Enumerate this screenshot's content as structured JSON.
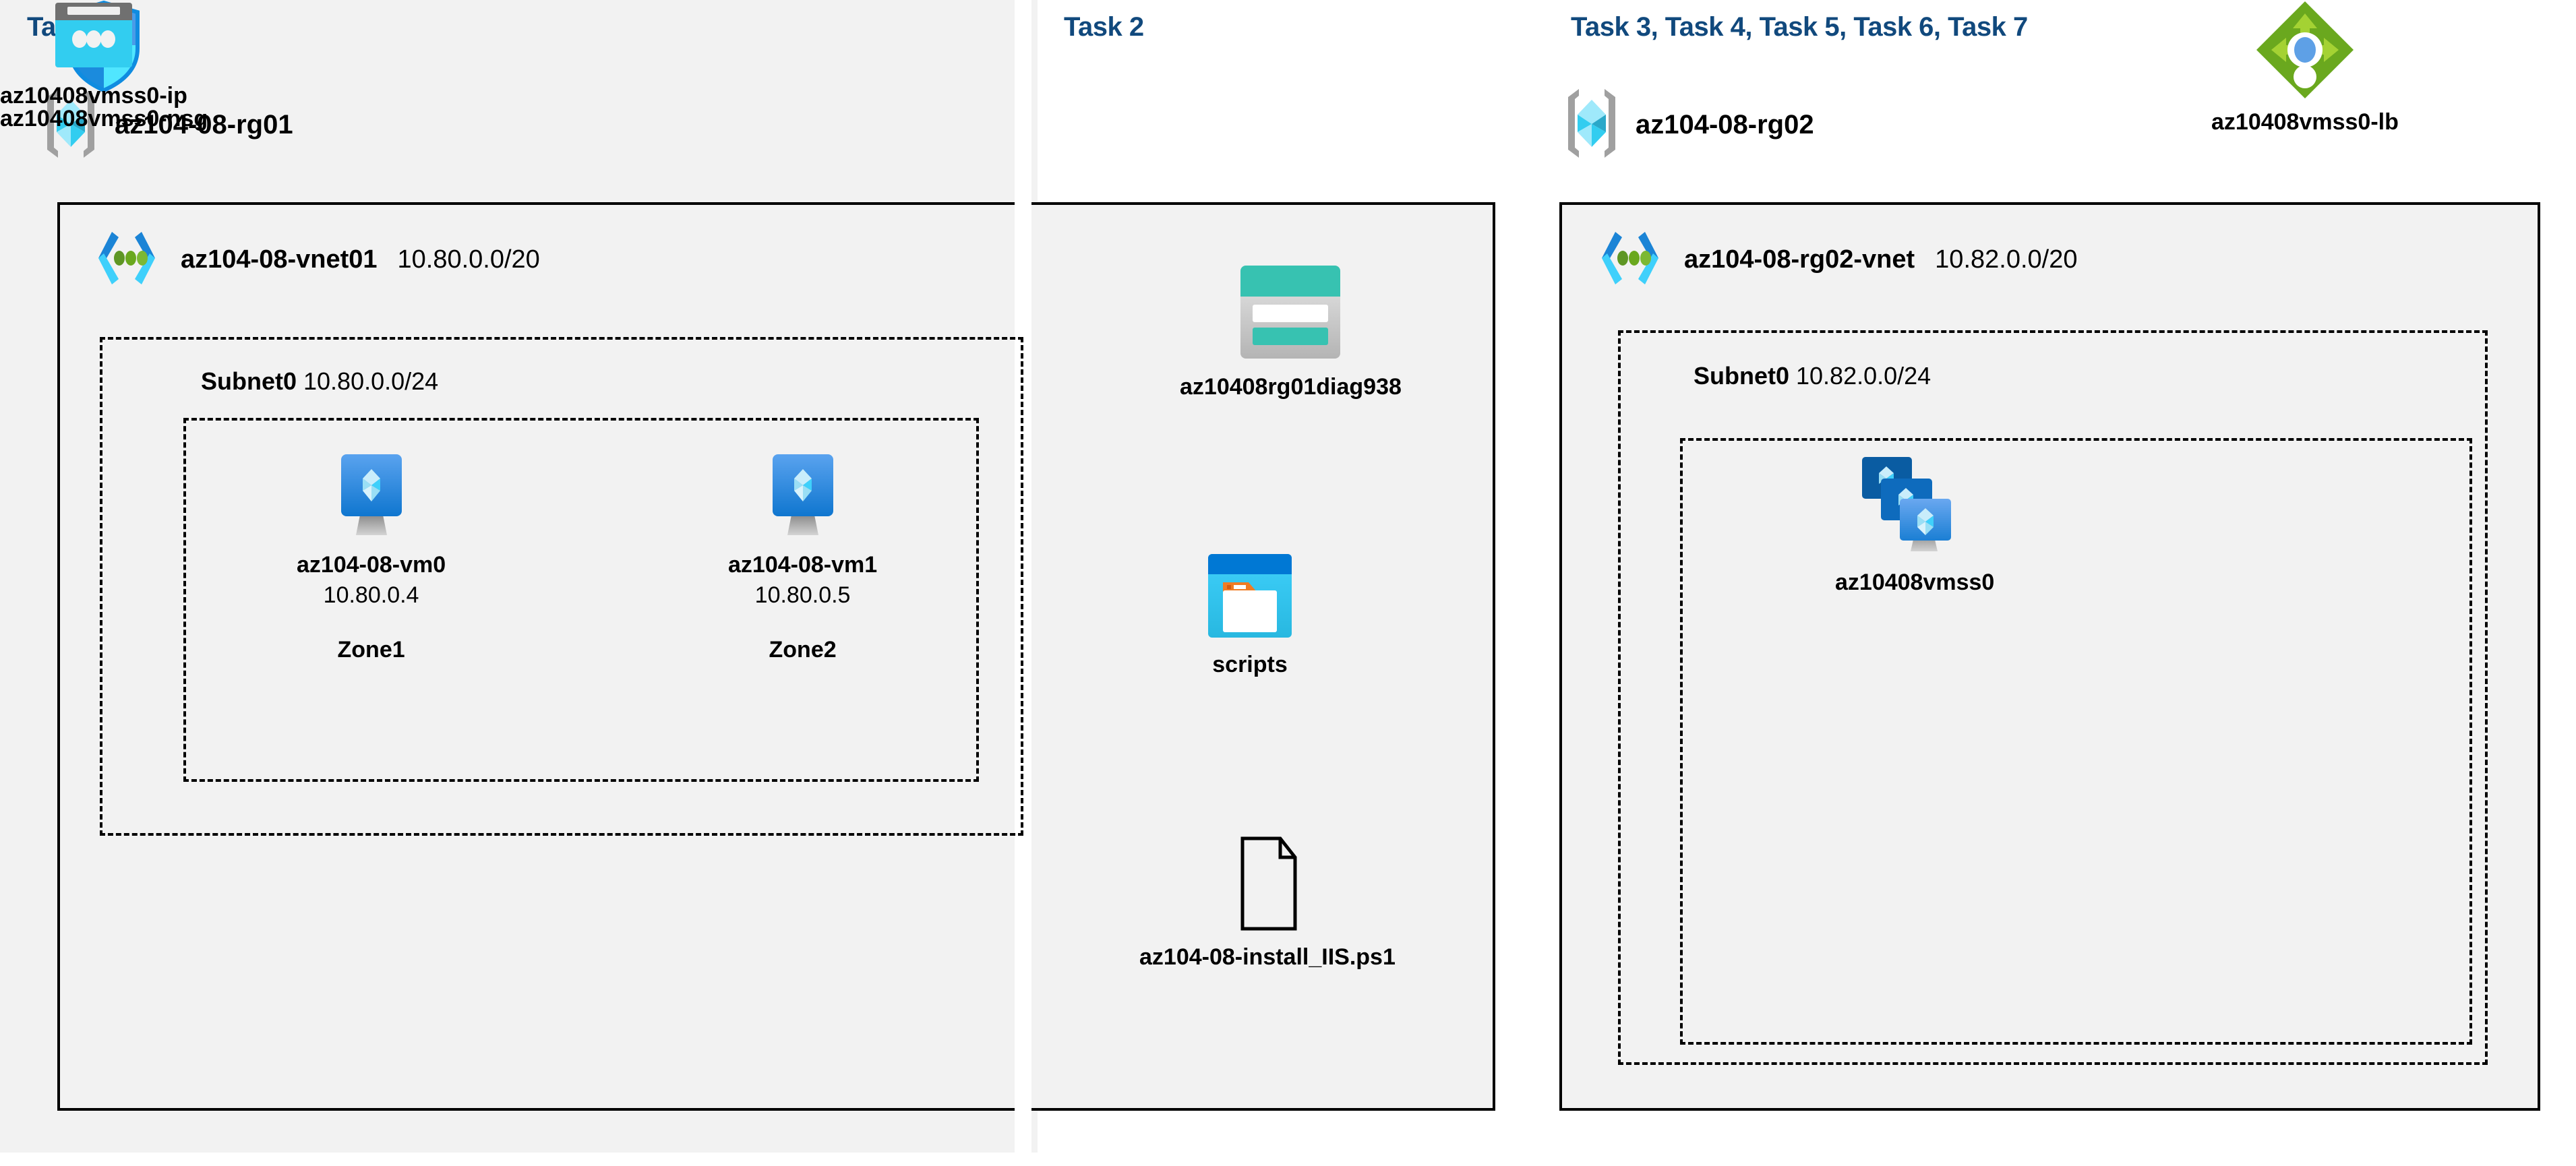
{
  "headings": {
    "task1": "Task 1",
    "task2": "Task 2",
    "task3": "Task 3, Task 4, Task 5, Task 6, Task 7"
  },
  "colors": {
    "heading": "#11497d",
    "panel_bg": "#f2f2f2",
    "border": "#000000",
    "azure_blue": "#0078d4",
    "cyan": "#32bedd",
    "storage_teal": "#37c2b1",
    "storage_teal_dark": "#21786f",
    "lb_green": "#6aa81e",
    "lb_green_light": "#a4d233",
    "nsg_blue": "#0078d4"
  },
  "resource_groups": [
    {
      "name": "az104-08-rg01",
      "icon": "resource-group-icon"
    },
    {
      "name": "az104-08-rg02",
      "icon": "resource-group-icon"
    }
  ],
  "vnets": [
    {
      "name": "az104-08-vnet01",
      "cidr": "10.80.0.0/20",
      "icon": "virtual-network-icon"
    },
    {
      "name": "az104-08-rg02-vnet",
      "cidr": "10.82.0.0/20",
      "icon": "virtual-network-icon"
    }
  ],
  "subnets": [
    {
      "name": "Subnet0",
      "cidr": "10.80.0.0/24"
    },
    {
      "name": "Subnet0",
      "cidr": "10.82.0.0/24"
    }
  ],
  "vms": [
    {
      "name": "az104-08-vm0",
      "ip": "10.80.0.4",
      "zone": "Zone1",
      "icon": "virtual-machine-icon"
    },
    {
      "name": "az104-08-vm1",
      "ip": "10.80.0.5",
      "zone": "Zone2",
      "icon": "virtual-machine-icon"
    }
  ],
  "task2_nodes": [
    {
      "name": "az10408rg01diag938",
      "icon": "storage-account-icon"
    },
    {
      "name": "scripts",
      "icon": "blob-container-icon"
    },
    {
      "name": "az104-08-install_IIS.ps1",
      "icon": "file-icon"
    }
  ],
  "task3_nodes": [
    {
      "name": "az10408vmss0",
      "icon": "vm-scale-set-icon"
    },
    {
      "name": "az10408vmss0-lb",
      "icon": "load-balancer-icon"
    },
    {
      "name": "az10408vmss0-nsg",
      "icon": "network-security-group-icon"
    },
    {
      "name": "az10408vmss0-ip",
      "icon": "public-ip-address-icon"
    }
  ]
}
